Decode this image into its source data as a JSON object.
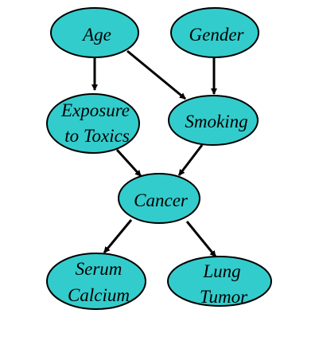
{
  "colors": {
    "node_fill": "#33CCCC",
    "node_stroke": "#000000",
    "edge": "#000000",
    "background": "#FFFFFF"
  },
  "nodes": {
    "age": {
      "label": [
        "Age"
      ]
    },
    "gender": {
      "label": [
        "Gender"
      ]
    },
    "exposure": {
      "label": [
        "Exposure",
        "to Toxics"
      ]
    },
    "smoking": {
      "label": [
        "Smoking"
      ]
    },
    "cancer": {
      "label": [
        "Cancer"
      ]
    },
    "serum": {
      "label": [
        "Serum",
        "Calcium"
      ]
    },
    "lung": {
      "label": [
        "Lung",
        "Tumor"
      ]
    }
  },
  "edges": [
    {
      "from": "Age",
      "to": "Exposure to Toxics"
    },
    {
      "from": "Age",
      "to": "Smoking"
    },
    {
      "from": "Gender",
      "to": "Smoking"
    },
    {
      "from": "Exposure to Toxics",
      "to": "Cancer"
    },
    {
      "from": "Smoking",
      "to": "Cancer"
    },
    {
      "from": "Cancer",
      "to": "Serum Calcium"
    },
    {
      "from": "Cancer",
      "to": "Lung Tumor"
    }
  ]
}
